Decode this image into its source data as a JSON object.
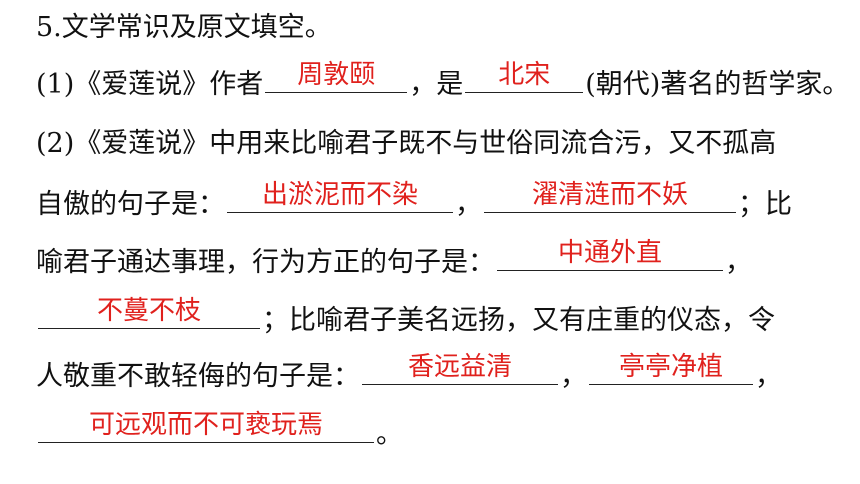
{
  "question": {
    "title": "5.文学常识及原文填空。",
    "part1": {
      "prefix": "(1)《爱莲说》作者",
      "answer_author": "周敦颐",
      "middle": "，是",
      "answer_dynasty": "北宋",
      "suffix": "(朝代)著名的哲学家。"
    },
    "part2": {
      "line1": "(2)《爱莲说》中用来比喻君子既不与世俗同流合污，又不孤高",
      "line2_prefix": "自傲的句子是：",
      "answer_a": "出淤泥而不染",
      "sep_a": "，",
      "answer_b": "濯清涟而不妖",
      "line2_suffix": "；比",
      "line3_prefix": "喻君子通达事理，行为方正的句子是：",
      "answer_c": "中通外直",
      "line3_suffix": "，",
      "answer_d": "不蔓不枝",
      "line4_suffix": "；比喻君子美名远扬，又有庄重的仪态，令",
      "line5_prefix": "人敬重不敢轻侮的句子是：",
      "answer_e": "香远益清",
      "sep_e": "，",
      "answer_f": "亭亭净植",
      "line5_suffix": "，",
      "answer_g": "可远观而不可亵玩焉",
      "line6_suffix": "。"
    }
  },
  "colors": {
    "answer": "#e0211d",
    "text": "#111111"
  }
}
